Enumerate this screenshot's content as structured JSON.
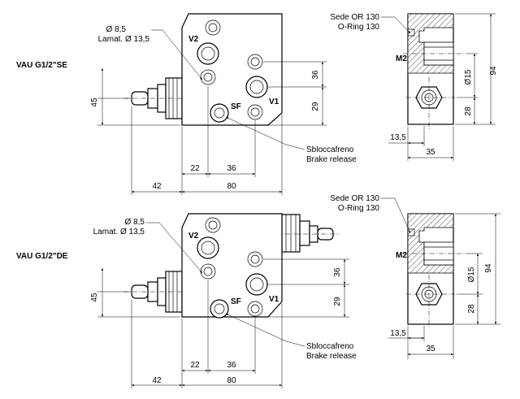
{
  "views": [
    {
      "model": "VAU G1/2\"SE",
      "port_v1": "V1",
      "port_v2": "V2",
      "port_sf": "SF",
      "port_m2": "M2",
      "hole_dia": "Ø 8,5",
      "counterbore": "Lamat. Ø 13,5",
      "seal_it": "Sede OR 130",
      "seal_en": "O-Ring 130",
      "release_it": "Sbloccafreno",
      "release_en": "Brake release",
      "dims": {
        "d45": "45",
        "d42": "42",
        "d80": "80",
        "d22": "22",
        "d36h": "36",
        "d36v": "36",
        "d29": "29",
        "d135": "13,5",
        "d35": "35",
        "d94": "94",
        "d15": "Ø15",
        "d28": "28"
      }
    },
    {
      "model": "VAU G1/2\"DE",
      "port_v1": "V1",
      "port_v2": "V2",
      "port_sf": "SF",
      "port_m2": "M2",
      "hole_dia": "Ø 8,5",
      "counterbore": "Lamat. Ø 13,5",
      "seal_it": "Sede OR 130",
      "seal_en": "O-Ring 130",
      "release_it": "Sbloccafreno",
      "release_en": "Brake release",
      "dims": {
        "d45": "45",
        "d42": "42",
        "d80": "80",
        "d22": "22",
        "d36h": "36",
        "d36v": "36",
        "d29": "29",
        "d135": "13,5",
        "d35": "35",
        "d94": "94",
        "d15": "Ø15",
        "d28": "28"
      }
    }
  ]
}
